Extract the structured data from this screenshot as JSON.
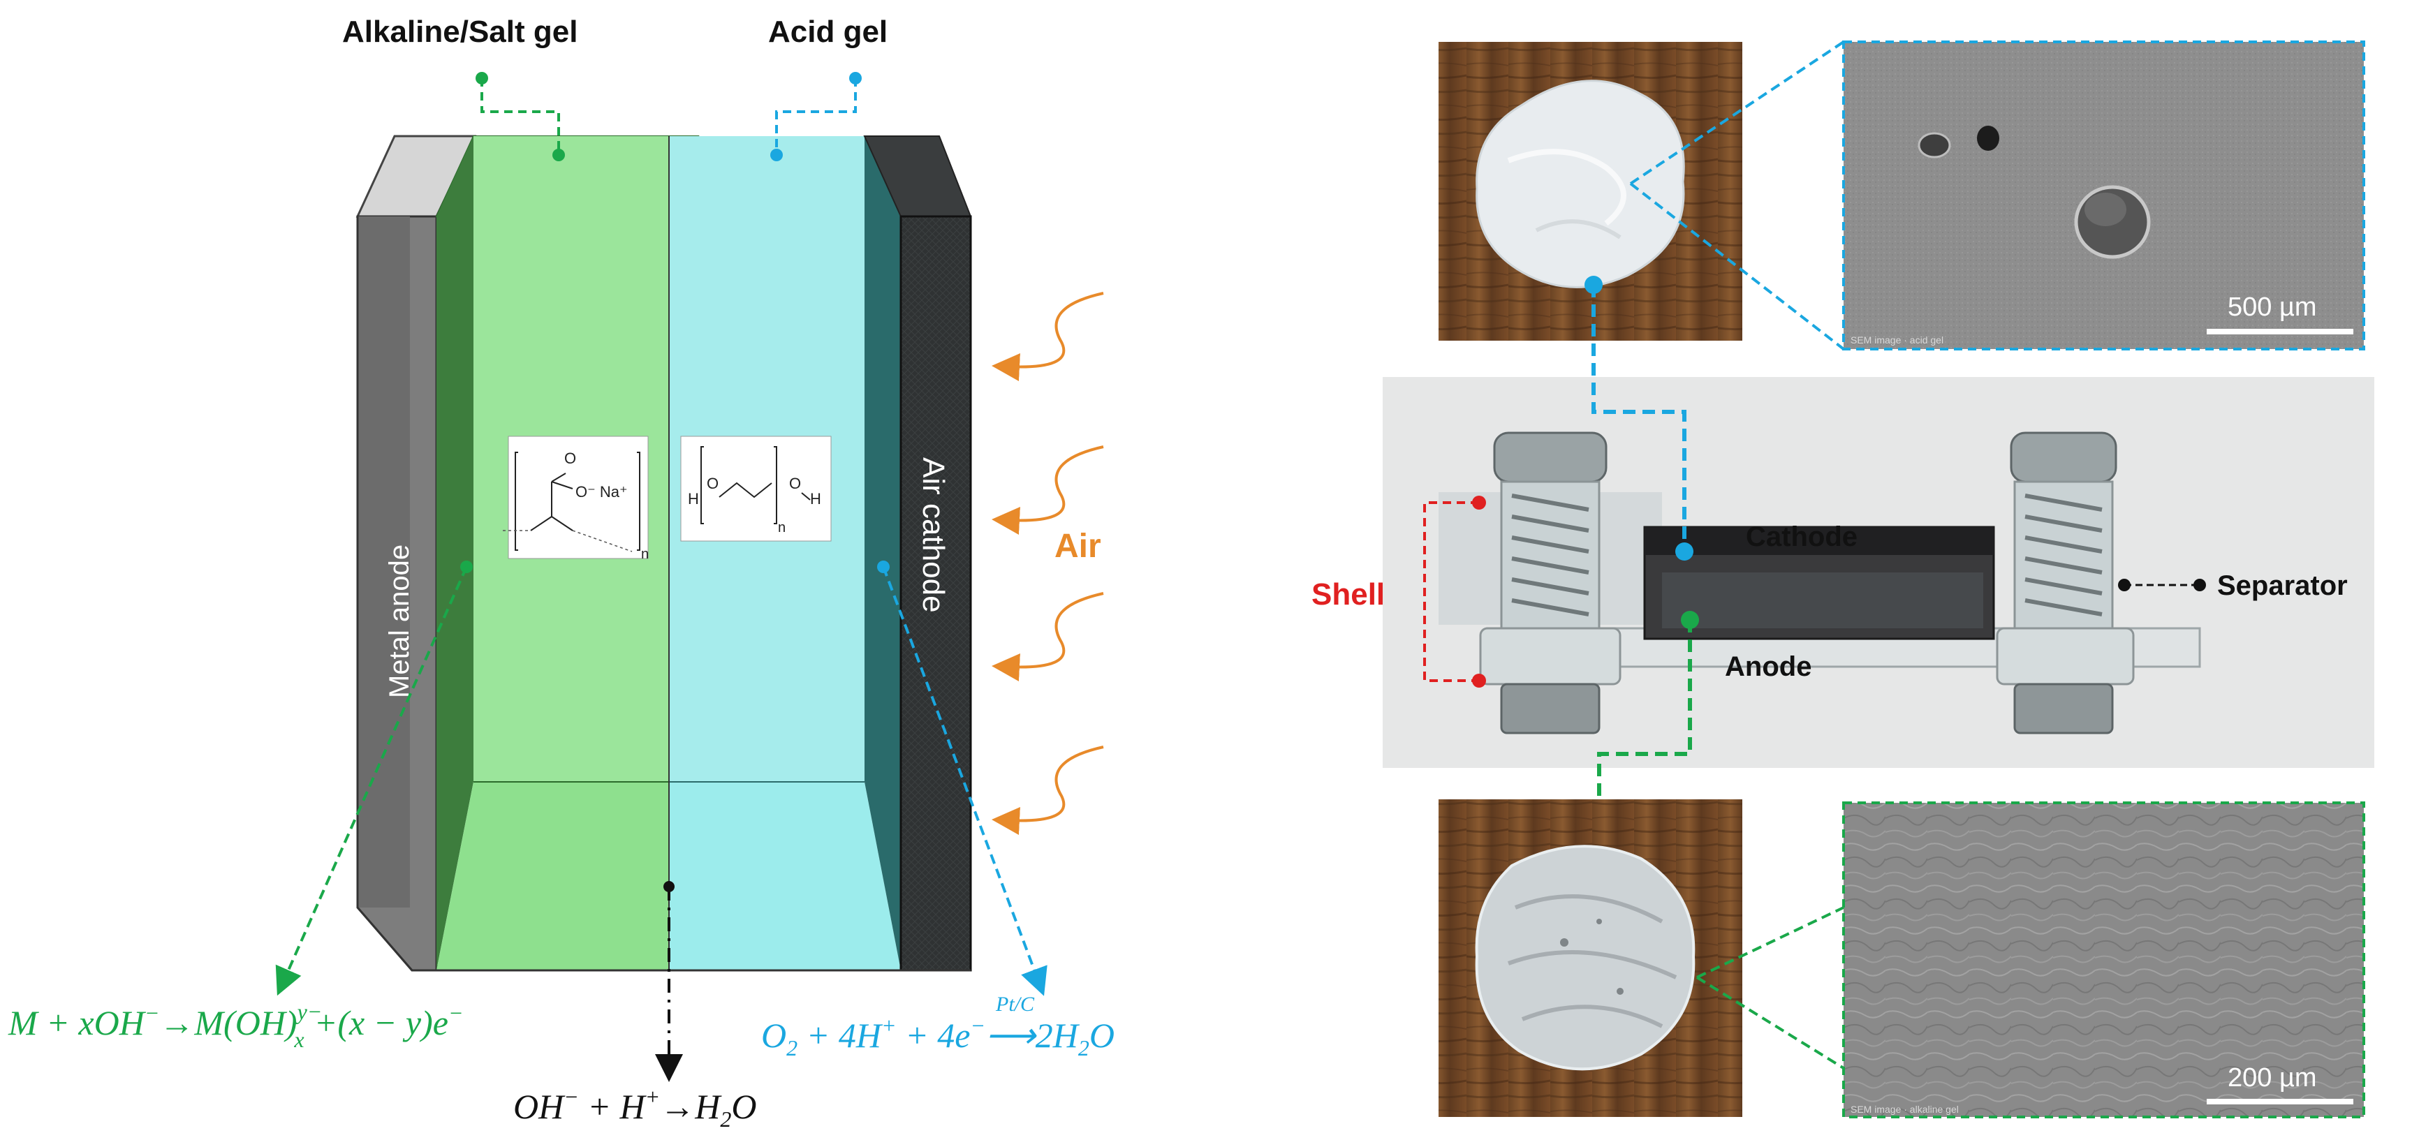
{
  "diagram": {
    "layers": {
      "alkaline_gel": "Alkaline/Salt gel",
      "acid_gel": "Acid gel",
      "metal_anode": "Metal anode",
      "air_cathode": "Air cathode",
      "air": "Air"
    },
    "monomers": {
      "sodium_acrylate_fragment": "O⁻ Na⁺",
      "sodium_acrylate_oxygen": "O",
      "sodium_acrylate_n": "n",
      "peg_h_left": "H",
      "peg_o_left": "O",
      "peg_oh_right": "O",
      "peg_h_right": "H",
      "peg_n": "n"
    },
    "equations": {
      "anode": {
        "lhs": "M + xOH",
        "minus1": "−",
        "arrow": "→",
        "mid": "M(OH)",
        "sub_x": "x",
        "sup_charge": "y−",
        "rhs": "+(x − y)e",
        "minus2": "−"
      },
      "neutral": {
        "oh": "OH",
        "oh_sup": "−",
        "plus_h": " + H",
        "h_sup": "+",
        "arrow": "→",
        "water": "H",
        "water_sub": "2",
        "water_o": "O"
      },
      "cathode": {
        "o2": "O",
        "o2_sub": "2",
        "plus_h": " + 4H",
        "h_sup": "+",
        "plus_e": " + 4e",
        "e_sup": "−",
        "catalyst": "Pt/C",
        "arrow": "⟶",
        "product": "2H",
        "product_sub": "2",
        "product_o": "O"
      }
    }
  },
  "photo": {
    "labels": {
      "cathode": "Cathode",
      "anode": "Anode",
      "shell": "Shell",
      "separator": "Separator"
    },
    "scalebars": {
      "top": "500 µm",
      "bottom": "200 µm"
    },
    "sem_captions": {
      "top": "SEM image · acid gel",
      "bottom": "SEM image · alkaline gel"
    }
  },
  "colors": {
    "green": "#1aa84a",
    "blue": "#1aa7e0",
    "orange": "#e88a2a",
    "red": "#e02020",
    "alk_gel": "#9be59b",
    "acid_gel": "#a6ecec"
  }
}
